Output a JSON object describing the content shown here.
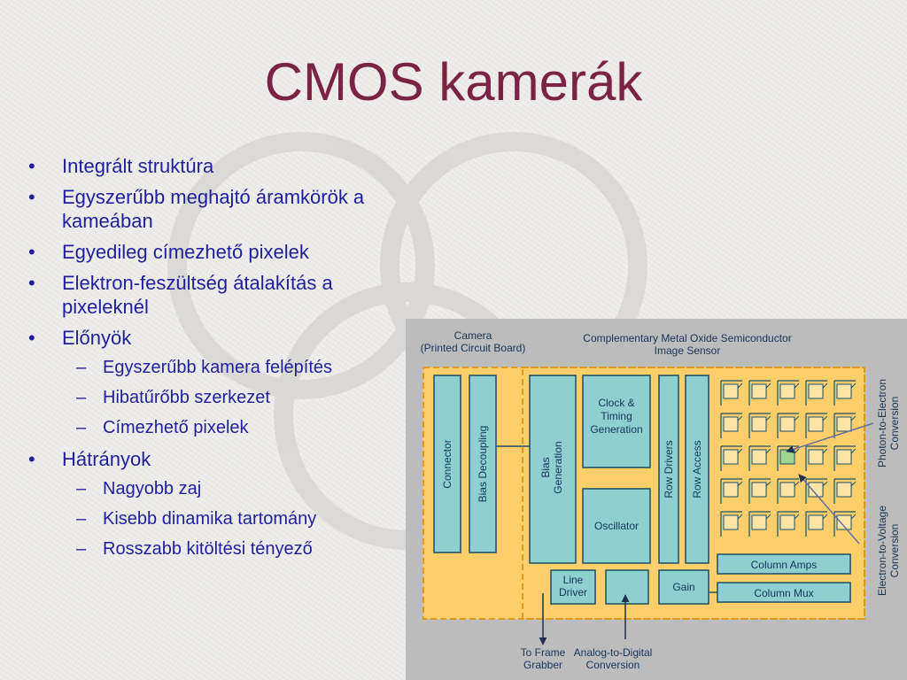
{
  "slide": {
    "title": "CMOS kamerák"
  },
  "bullets": [
    {
      "text": "Integrált struktúra"
    },
    {
      "text": "Egyszerűbb meghajtó áramkörök a kameában"
    },
    {
      "text": "Egyedileg címezhető pixelek"
    },
    {
      "text": "Elektron-feszültség átalakítás a pixeleknél"
    },
    {
      "text": "Előnyök",
      "children": [
        "Egyszerűbb kamera felépítés",
        "Hibatűrőbb szerkezet",
        "Címezhető pixelek"
      ]
    },
    {
      "text": "Hátrányok",
      "children": [
        "Nagyobb zaj",
        "Kisebb dinamika tartomány",
        "Rosszabb kitöltési tényező"
      ]
    }
  ],
  "diagram": {
    "camera_label": [
      "Camera",
      "(Printed Circuit Board)"
    ],
    "sensor_label": [
      "Complementary Metal Oxide Semiconductor",
      "Image Sensor"
    ],
    "connector": "Connector",
    "bias_decoupling": "Bias Decoupling",
    "bias_generation": [
      "Bias",
      "Generation"
    ],
    "clock_timing": [
      "Clock &",
      "Timing",
      "Generation"
    ],
    "oscillator": "Oscillator",
    "row_drivers": "Row Drivers",
    "row_access": "Row Access",
    "column_amps": "Column Amps",
    "column_mux": "Column Mux",
    "line_driver": [
      "Line",
      "Driver"
    ],
    "gain": "Gain",
    "to_frame_grabber": [
      "To Frame",
      "Grabber"
    ],
    "adc_label": [
      "Analog-to-Digital",
      "Conversion"
    ],
    "photon_label": [
      "Photon-to-Electron",
      "Conversion"
    ],
    "electron_label": [
      "Electron-to-Voltage",
      "Conversion"
    ],
    "colors": {
      "panel": "#bdbcbc",
      "chip": "#fccf6b",
      "block": "#8ecfcf",
      "dash": "#e09a1f",
      "highlight": "#9fd68f"
    }
  }
}
